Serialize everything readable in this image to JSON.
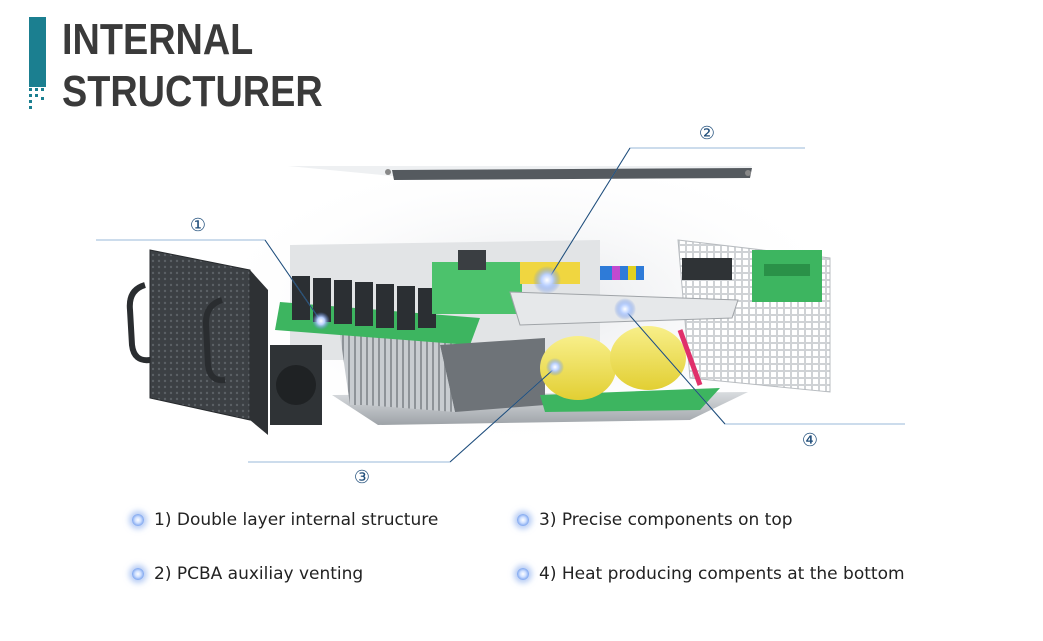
{
  "title": {
    "line1": "INTERNAL",
    "line2": "STRUCTURER"
  },
  "callouts": [
    {
      "label": "①"
    },
    {
      "label": "②"
    },
    {
      "label": "③"
    },
    {
      "label": "④"
    }
  ],
  "legend": [
    {
      "text": "1) Double layer internal structure"
    },
    {
      "text": "2) PCBA auxiliay venting"
    },
    {
      "text": "3) Precise components on top"
    },
    {
      "text": "4) Heat producing compents at the bottom"
    }
  ],
  "colors": {
    "brand": "#1b7f90",
    "title": "#3a3a3a",
    "callout": "#1f4d7a",
    "pcb": "#3db560",
    "capacitor": "#f2e25a"
  }
}
